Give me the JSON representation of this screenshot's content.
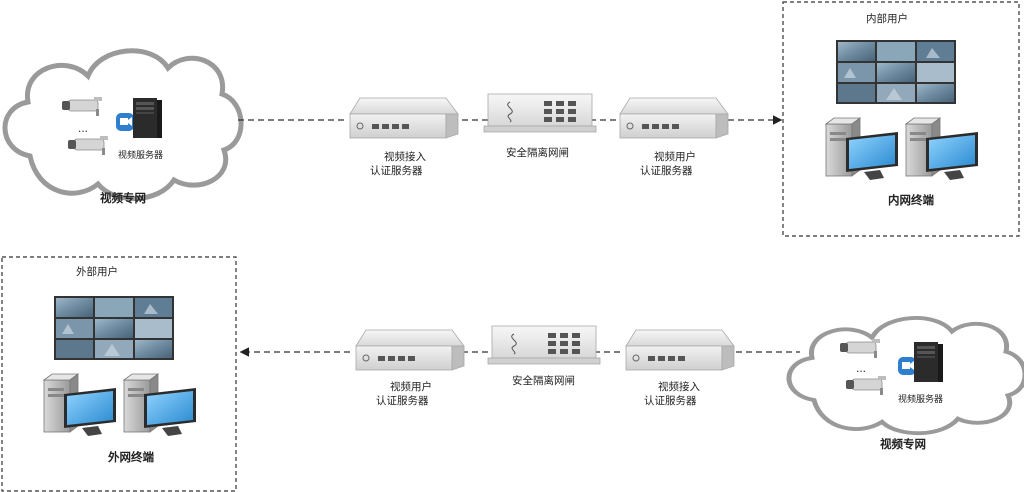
{
  "top_flow": {
    "cloud": {
      "title": "视频专网",
      "server_label": "视频服务器",
      "ellipsis": "..."
    },
    "access_server": {
      "line1": "视频接入",
      "line2": "认证服务器"
    },
    "gateway": {
      "label": "安全隔离网闸"
    },
    "user_server": {
      "line1": "视频用户",
      "line2": "认证服务器"
    },
    "user_box": {
      "title": "内部用户",
      "terminal_label": "内网终端"
    }
  },
  "bottom_flow": {
    "user_box": {
      "title": "外部用户",
      "terminal_label": "外网终端"
    },
    "user_server": {
      "line1": "视频用户",
      "line2": "认证服务器"
    },
    "gateway": {
      "label": "安全隔离网闸"
    },
    "access_server": {
      "line1": "视频接入",
      "line2": "认证服务器"
    },
    "cloud": {
      "title": "视频专网",
      "server_label": "视频服务器",
      "ellipsis": "..."
    }
  },
  "colors": {
    "cloud_stroke": "#9a9a9a",
    "device_body": "#e9e9e9",
    "monitor_screen": "#3aa0e0",
    "video_wall": "#6f8fa8",
    "camera_badge": "#2f7fd0"
  }
}
